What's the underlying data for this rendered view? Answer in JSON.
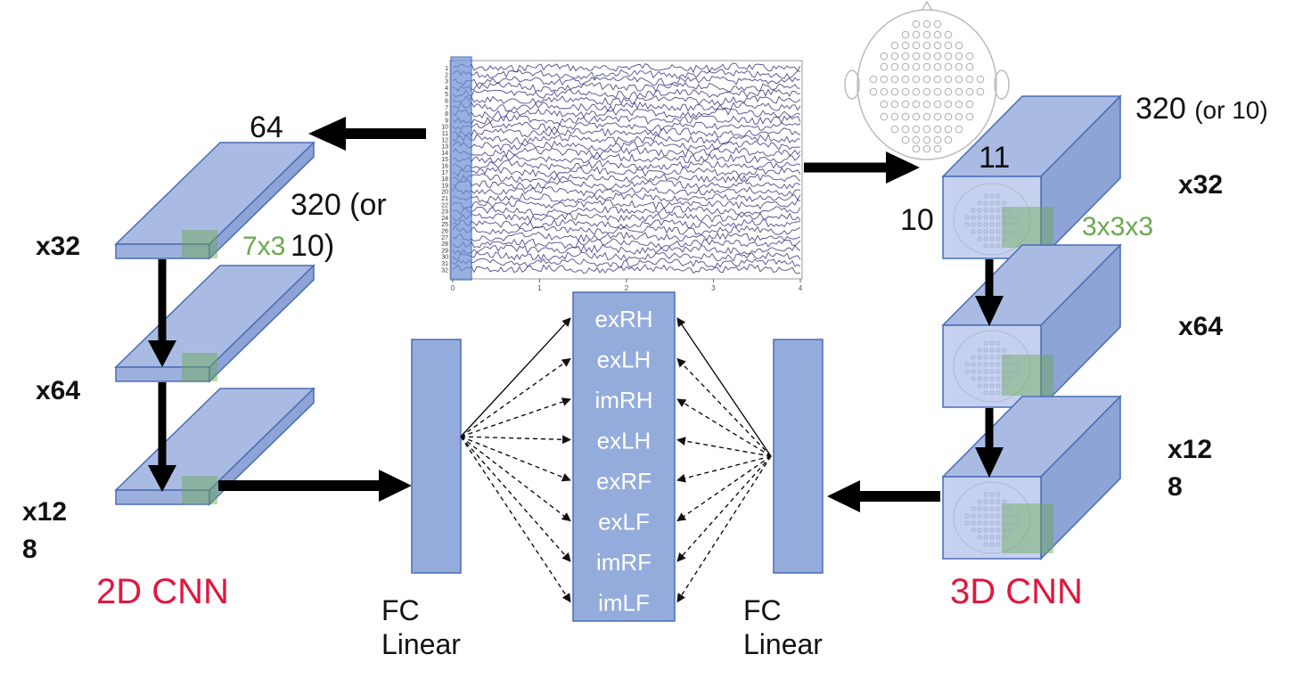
{
  "left": {
    "title": "2D CNN",
    "input_dim_a": "64",
    "input_dim_b_line1": "320 (or",
    "input_dim_b_line2": "10)",
    "kernel": "7x3",
    "layers": [
      "x32",
      "x64",
      "x12",
      "8"
    ]
  },
  "right": {
    "title": "3D CNN",
    "input_dim_a": "320",
    "input_dim_a_note": "(or 10)",
    "dim_h": "11",
    "dim_w": "10",
    "kernel": "3x3x3",
    "layers": [
      "x32",
      "x64",
      "x12",
      "8"
    ]
  },
  "fc": {
    "left_line1": "FC",
    "left_line2": "Linear",
    "right_line1": "FC",
    "right_line2": "Linear"
  },
  "classes": [
    "exRH",
    "exLH",
    "imRH",
    "exLH",
    "exRF",
    "exLF",
    "imRF",
    "imLF"
  ],
  "eeg": {
    "channel_labels": [
      "1",
      "2",
      "3",
      "4",
      "5",
      "6",
      "7",
      "8",
      "9",
      "10",
      "11",
      "12",
      "13",
      "14",
      "15",
      "16",
      "17",
      "18",
      "19",
      "20",
      "21",
      "22",
      "23",
      "24",
      "25",
      "26",
      "27",
      "28",
      "29",
      "30",
      "31",
      "32"
    ],
    "time_ticks": [
      "0",
      "1",
      "2",
      "3",
      "4"
    ]
  },
  "colors": {
    "block_fill": "#aabbe3",
    "block_dark": "#8ea3d6",
    "block_stroke": "#4a6cb5",
    "kernel_green": "#6aa84f",
    "title_red": "#e0173e",
    "eeg_line": "#2b2d7a"
  }
}
